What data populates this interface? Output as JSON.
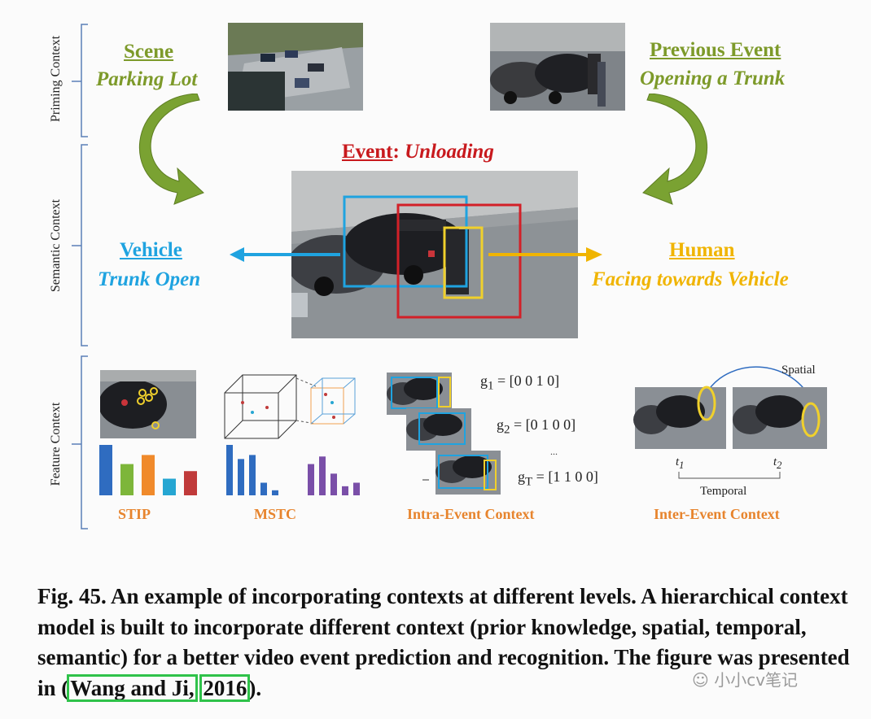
{
  "context_levels": {
    "priming": "Priming Context",
    "semantic": "Semantic Context",
    "feature": "Feature Context"
  },
  "scene": {
    "heading": "Scene",
    "value": "Parking Lot"
  },
  "previous_event": {
    "heading": "Previous Event",
    "value": "Opening a Trunk"
  },
  "event": {
    "heading": "Event",
    "sep": ":",
    "value": "Unloading"
  },
  "vehicle": {
    "heading": "Vehicle",
    "value": "Trunk Open"
  },
  "human": {
    "heading": "Human",
    "value": "Facing towards Vehicle"
  },
  "features": {
    "stip": "STIP",
    "mstc": "MSTC",
    "intra": "Intra-Event Context",
    "inter": "Inter-Event Context",
    "g1": "g",
    "g1_sub": "1",
    "g1_val": "= [0 0 1 0]",
    "g2": "g",
    "g2_sub": "2",
    "g2_val": "= [0 1 0 0]",
    "gT": "g",
    "gT_sub": "T",
    "gT_val": "= [1 1 0 0]",
    "dots": "...",
    "spatial": "Spatial",
    "temporal": "Temporal",
    "t1": "t",
    "t1_sub": "1",
    "t2": "t",
    "t2_sub": "2"
  },
  "caption": {
    "text": "Fig. 45. An example of incorporating contexts at different levels. A hierarchical context model is built to incorporate different context (prior knowledge, spatial, temporal, semantic) for a better video event prediction and recognition. The figure was presented in (",
    "cite_authors": "Wang and Ji,",
    "cite_year": "2016",
    "close": ")."
  },
  "watermark": "小小cv笔记",
  "colors": {
    "olive": "#7d9a2a",
    "blue": "#1fa3e0",
    "gold": "#f0b400",
    "red": "#c8191d",
    "orange": "#e7842d",
    "cite_box": "#2fc24a"
  },
  "histograms": {
    "stip": [
      {
        "value": 1.0,
        "color": "#2f6cc0"
      },
      {
        "value": 0.62,
        "color": "#7db63a"
      },
      {
        "value": 0.8,
        "color": "#f08a2b"
      },
      {
        "value": 0.33,
        "color": "#26a6d2"
      },
      {
        "value": 0.48,
        "color": "#c03a3a"
      }
    ],
    "mstc_blue": [
      1.0,
      0.72,
      0.8,
      0.25,
      0.1
    ],
    "mstc_purple": [
      0.62,
      0.77,
      0.43,
      0.18,
      0.25
    ]
  }
}
